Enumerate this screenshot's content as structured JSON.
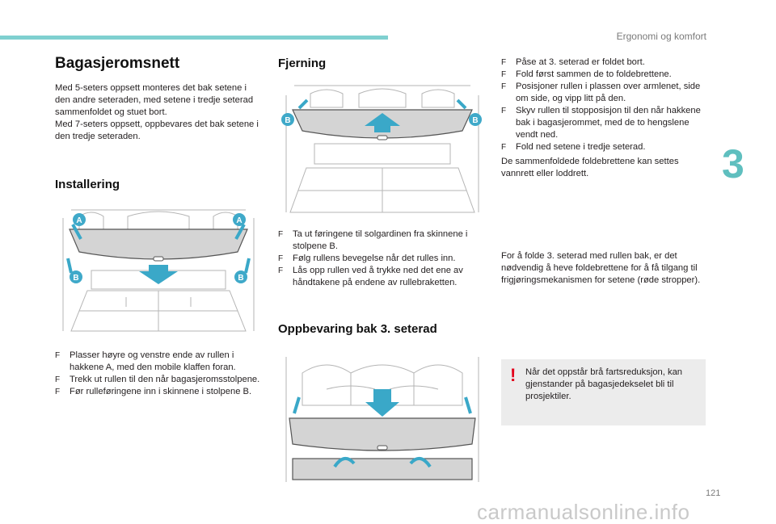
{
  "header": {
    "chapter_title": "Ergonomi og komfort",
    "chapter_number": "3",
    "page_number": "121"
  },
  "watermark": "carmanualsonline.info",
  "section_main": {
    "title": "Bagasjeromsnett",
    "intro": [
      "Med 5-seters oppsett monteres det bak setene i den andre seteraden, med setene i tredje seterad sammenfoldet og stuet bort.",
      "Med 7-seters oppsett, oppbevares det bak setene i den tredje seteraden."
    ]
  },
  "installing": {
    "title": "Installering",
    "steps": [
      "Plasser høyre og venstre ende av rullen i hakkene A, med den mobile klaffen foran.",
      "Trekk ut rullen til den når bagasjeromsstolpene.",
      "Før rulleføringene inn i skinnene i stolpene B."
    ]
  },
  "removal": {
    "title": "Fjerning",
    "steps": [
      "Ta ut føringene til solgardinen fra skinnene i stolpene B.",
      "Følg rullens bevegelse når det rulles inn.",
      "Lås opp rullen ved å trykke ned det ene av håndtakene på endene av rullebraketten."
    ],
    "steps_continued": [
      "Påse at 3. seterad er foldet bort.",
      "Fold først sammen de to foldebrettene.",
      "Posisjoner rullen i plassen over armlenet, side om side, og vipp litt på den.",
      "Skyv rullen til stopposisjon til den når hakkene bak i bagasjerommet, med de to hengslene vendt ned.",
      "Fold ned setene i tredje seterad."
    ],
    "note": "De sammenfoldede foldebrettene kan settes vannrett eller loddrett.",
    "note2": "For å folde 3. seterad med rullen bak, er det nødvendig å heve foldebrettene for å få tilgang til frigjøringsmekanismen for setene (røde stropper)."
  },
  "storage": {
    "title": "Oppbevaring bak 3. seterad"
  },
  "warning": {
    "mark": "!",
    "text": "Når det oppstår brå fartsreduksjon, kan gjenstander på bagasjedekselet bli til prosjektiler."
  },
  "figure_labels": {
    "a": "A",
    "b": "B"
  },
  "colors": {
    "accent": "#5fbfbf",
    "badge": "#3fa9c9",
    "warning": "#e2001a",
    "arrow": "#3aa8c8",
    "cover": "#d4d4d4"
  }
}
